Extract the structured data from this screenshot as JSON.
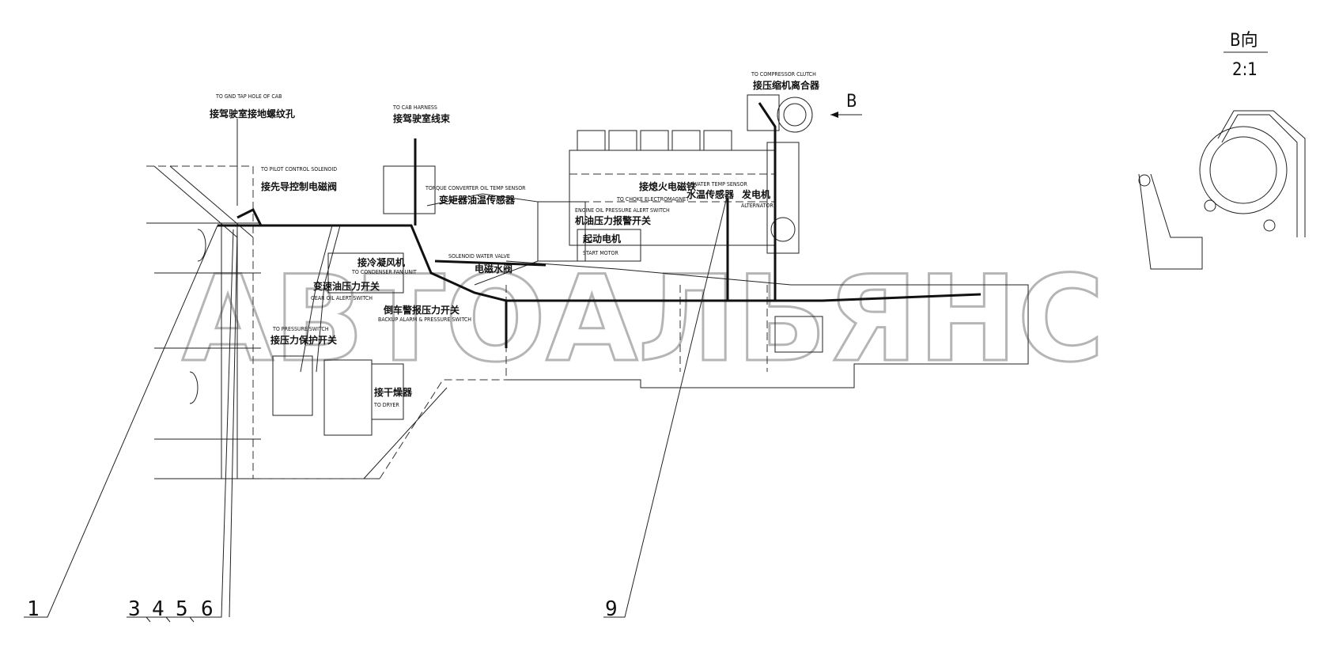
{
  "view": {
    "title": "B向",
    "scale": "2:1",
    "arrow_label": "B"
  },
  "watermark": "АВТОАЛЬЯНС",
  "callouts": [
    {
      "id": "gnd",
      "en": "TO GND TAP HOLE OF CAB",
      "cn": "接驾驶室接地螺纹孔"
    },
    {
      "id": "cab",
      "en": "TO CAB HARNESS",
      "cn": "接驾驶室线束"
    },
    {
      "id": "pilot",
      "en": "TO PILOT CONTROL SOLENOID",
      "cn": "接先导控制电磁阀"
    },
    {
      "id": "torque",
      "en": "TORQUE CONVERTER OIL TEMP SENSOR",
      "cn": "变矩器油温传感器"
    },
    {
      "id": "compressor",
      "en": "TO COMPRESSOR CLUTCH",
      "cn": "接压缩机离合器"
    },
    {
      "id": "choke",
      "en": "TO CHOKE ELECTROMAGNET",
      "cn": "接熄火电磁铁"
    },
    {
      "id": "water",
      "en": "WATER TEMP SENSOR",
      "cn": "水温传感器"
    },
    {
      "id": "alternator",
      "en": "ALTERNATOR",
      "cn": "发电机"
    },
    {
      "id": "oilpress",
      "en": "ENGINE OIL PRESSURE ALERT SWITCH",
      "cn": "机油压力报警开关"
    },
    {
      "id": "start",
      "en": "START MOTOR",
      "cn": "起动电机"
    },
    {
      "id": "solenoid",
      "en": "SOLENOID WATER VALVE",
      "cn": "电磁水阀"
    },
    {
      "id": "condenser",
      "en": "TO CONDENSER FAN UNIT",
      "cn": "接冷凝风机"
    },
    {
      "id": "gearoil",
      "en": "GEAR OIL ALERT SWITCH",
      "cn": "变速油压力开关"
    },
    {
      "id": "backup",
      "en": "BACKUP ALARM & PRESSURE SWITCH",
      "cn": "倒车警报压力开关"
    },
    {
      "id": "pressure",
      "en": "TO PRESSURE SWITCH",
      "cn": "接压力保护开关"
    },
    {
      "id": "dryer",
      "en": "TO DRYER",
      "cn": "接干燥器"
    }
  ],
  "item_numbers": [
    "1",
    "3",
    "4",
    "5",
    "6",
    "9"
  ]
}
